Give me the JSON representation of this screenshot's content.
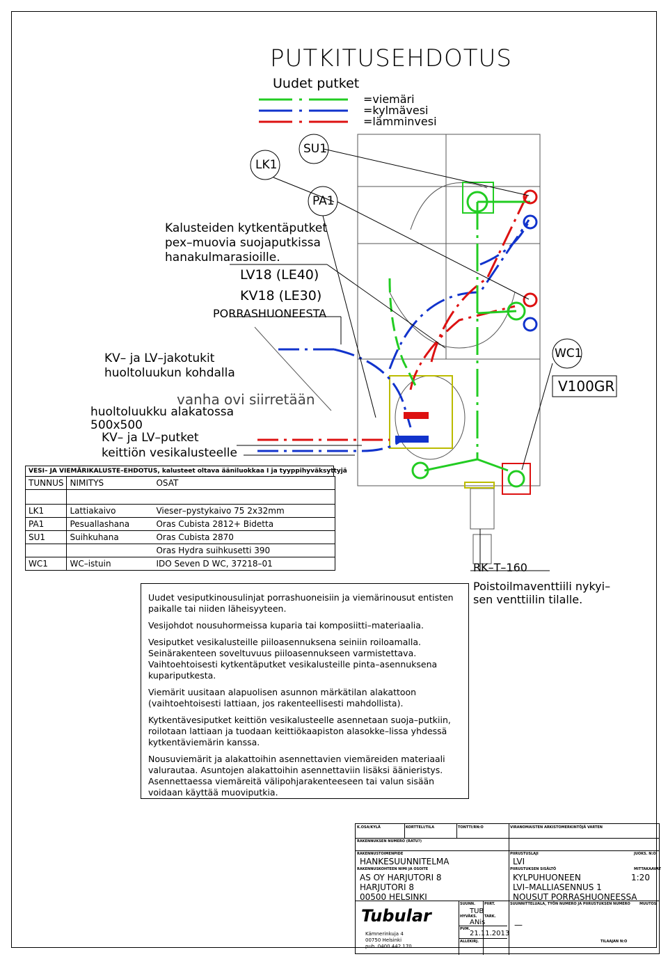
{
  "title": "PUTKITUSEHDOTUS",
  "subtitle": "Uudet putket",
  "legend": [
    {
      "label": "=viemäri",
      "color": "#22cc22"
    },
    {
      "label": "=kylmävesi",
      "color": "#1133cc"
    },
    {
      "label": "=lämminvesi",
      "color": "#dd1111"
    }
  ],
  "fixtures": {
    "lk1": "LK1",
    "su1": "SU1",
    "pa1": "PA1",
    "wc1": "WC1",
    "wc_model": "V100GR"
  },
  "notes": {
    "connection_pipes": [
      "Kalusteiden kytkentäputket",
      "pex–muovia suojaputkissa",
      "hanakulmarasioille."
    ],
    "lv": "LV18 (LE40)",
    "kv": "KV18 (LE30)",
    "stairwell": "PORRASHUONEESTA",
    "jakotukit": [
      "KV– ja LV–jakotukit",
      "huoltoluukun kohdalla"
    ],
    "old_door": "vanha ovi siirretään",
    "huoltoluukku": [
      "huoltoluukku alakatossa",
      "500x500"
    ],
    "kitchen_pipes": [
      "KV– ja LV–putket",
      "keittiön vesikalusteelle"
    ],
    "rk": "RK–T–160",
    "rk_note": [
      "Poistoilmaventtiili nykyi–",
      "sen venttiilin tilalle."
    ]
  },
  "table": {
    "caption": "VESI– JA VIEMÄRIKALUSTE–EHDOTUS, kalusteet oltava ääniluokkaa I ja tyyppihyväksyttyjä",
    "headers": [
      "TUNNUS",
      "NIMITYS",
      "OSAT"
    ],
    "rows": [
      [
        "LK1",
        "Lattiakaivo",
        "Vieser–pystykaivo 75 2x32mm"
      ],
      [
        "PA1",
        "Pesuallashana",
        "Oras Cubista 2812+ Bidetta"
      ],
      [
        "SU1",
        "Suihkuhana",
        "Oras Cubista 2870"
      ],
      [
        "",
        "",
        "Oras Hydra suihkusetti 390"
      ],
      [
        "WC1",
        "WC–istuin",
        "IDO Seven D WC, 37218–01"
      ]
    ]
  },
  "instructions": [
    "Uudet vesiputkinousulinjat porrashuoneisiin ja viemärinousut entisten paikalle tai niiden läheisyyteen.",
    "Vesijohdot nousuhormeissa kuparia tai komposiitti–materiaalia.",
    "Vesiputket vesikalusteille piiloasennuksena seiniin roiloamalla. Seinärakenteen soveltuvuus piiloasennukseen varmistettava. Vaihtoehtoisesti kytkentäputket vesikalusteille pinta–asennuksena kupariputkesta.",
    "Viemärit uusitaan alapuolisen asunnon märkätilan alakattoon (vaihtoehtoisesti lattiaan, jos rakenteellisesti mahdollista).",
    "Kytkentävesiputket keittiön vesikalusteelle asennetaan suoja–putkiin, roilotaan lattiaan ja tuodaan keittiökaapiston alasokke–lissa yhdessä kytkentäviemärin kanssa.",
    "Nousuviemärit ja alakattoihin asennettavien viemäreiden materiaali valurautaa. Asuntojen alakattoihin asennettaviin lisäksi äänieristys. Asennettaessa viemäreitä välipohjarakenteeseen tai valun sisään voidaan käyttää muoviputkia."
  ],
  "titleblock": {
    "labels": {
      "address": "K.OSA/KYLÄ",
      "block": "KORTTELI/TILA",
      "plot": "TONTTI/RN:O",
      "authority": "VIRANOMAISTEN ARKISTOMERKINTÖJÄ VARTEN",
      "building_no": "RAKENNUKSEN NUMERO (RATU?)",
      "project_type": "RAKENNUSTOIMENPIDE",
      "field": "PIIRUSTUSLAJI",
      "serial": "JUOKS. N:O",
      "project_name": "RAKENNUSKOHTEEN NIMI JA OSOITE",
      "content": "PIIRUSTUKSEN SISÄLTÖ",
      "scale": "MITTAKAAVAT",
      "designer": "SUUNN.",
      "check": "PIIRT.",
      "approve": "HYVÄKS.",
      "date": "PVM.",
      "signature": "ALLEKIRJ.",
      "office": "SUUNNITTELUALA, TYÖN NUMERO JA PIIRUSTUKSEN NUMERO",
      "change": "MUUTOS",
      "order": "TILAAJAN N:O",
      "tark": "TARK."
    },
    "plan_type": "HANKESUUNNITELMA",
    "discipline": "LVI",
    "site": [
      "AS OY HARJUTORI 8",
      "HARJUTORI 8",
      "00500 HELSINKI"
    ],
    "content": [
      "KYLPUHUONEEN",
      "LVI–MALLIASENNUS 1",
      "NOUSUT PORRASHUONEESSA"
    ],
    "scale": "1:20",
    "company": "Tubular",
    "company_address": [
      "Kämnerinkuja 4",
      "00750 Helsinki",
      "puh. 0400 442 170"
    ],
    "designer_initials": "TUB",
    "drawer_initials": "ANis",
    "date": "21.11.2013",
    "dash": "—"
  }
}
